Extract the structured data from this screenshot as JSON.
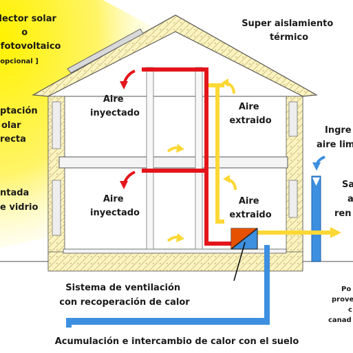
{
  "labels": {
    "solar_collector": [
      "olector solar",
      "o",
      "el fotovoltaico",
      "opcional ]"
    ],
    "super_insulation": [
      "Super aislamiento",
      "térmico"
    ],
    "direct_solar_gain": [
      "ptación",
      "olar",
      "recta"
    ],
    "glazing": [
      "ntada",
      "e vidrio"
    ],
    "air_in_upper": [
      "Aire",
      "inyectado"
    ],
    "air_out_upper": [
      "Aire",
      "extraido"
    ],
    "air_in_lower": [
      "Aire",
      "inyectado"
    ],
    "air_out_lower": [
      "Aire",
      "extraido"
    ],
    "fresh_air_intake": [
      "Ingre",
      "aire lim"
    ],
    "stale_air_exhaust": [
      "Sa",
      "a",
      "ren"
    ],
    "heat_recovery_system": [
      "Sistema de ventilación",
      "con recoperación de calor"
    ],
    "ground_source": [
      "Po",
      "prove",
      "c",
      "canad"
    ],
    "ground_exchange": "Acumulación e intercambio de calor con el suelo"
  },
  "colors": {
    "sun_glow": "#fff200",
    "insulation": "#fbf3c0",
    "supply_duct": "#e3151b",
    "extract_duct": "#fdd835",
    "fresh_duct": "#3d8fe0",
    "unit_box": "#e65100",
    "outline": "#555555"
  }
}
